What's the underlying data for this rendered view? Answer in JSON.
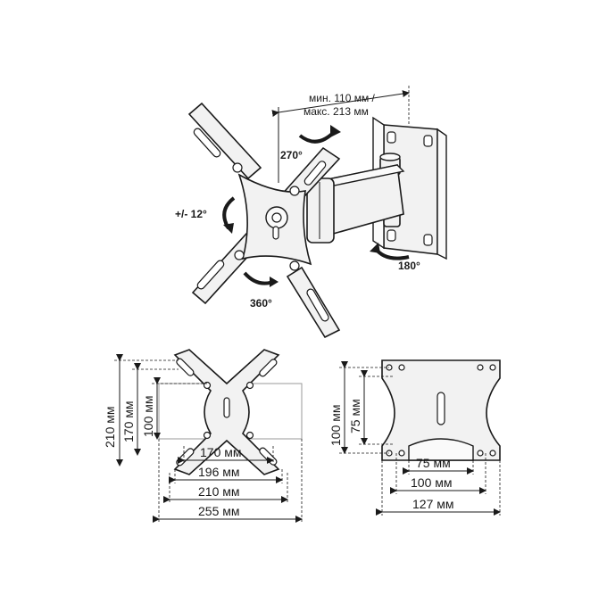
{
  "figure": {
    "labels": {
      "depth_min": "мин. 110 мм /",
      "depth_max": "макс. 213 мм",
      "swivel_arm": "270°",
      "tilt": "+/- 12°",
      "rotation": "360°",
      "swivel_wall": "180°"
    },
    "plate_large": {
      "vertical": [
        "210 мм",
        "170 мм",
        "100 мм"
      ],
      "horizontal": [
        "170 мм",
        "196 мм",
        "210 мм",
        "255 мм"
      ]
    },
    "plate_small": {
      "vertical": [
        "100 мм",
        "75 мм"
      ],
      "horizontal": [
        "75 мм",
        "100 мм",
        "127 мм"
      ]
    }
  }
}
